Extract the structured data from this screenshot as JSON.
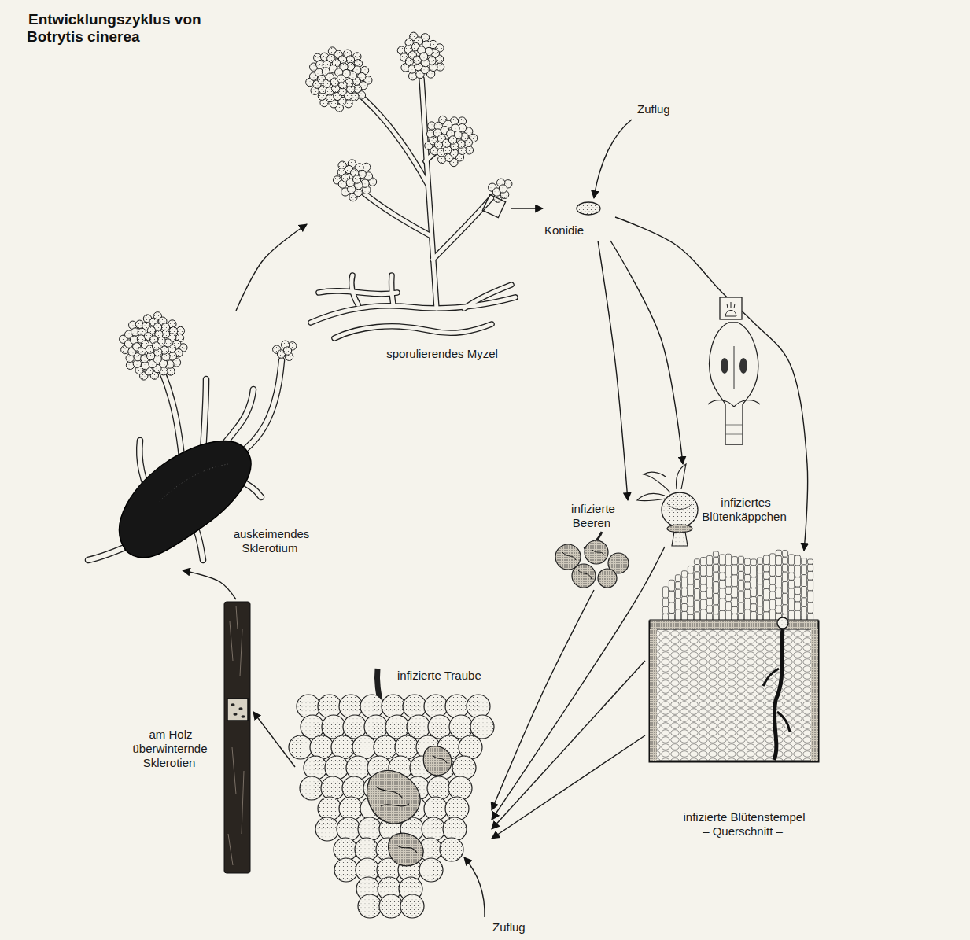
{
  "diagram": {
    "title": "Entwicklungszyklus von Botrytis cinerea",
    "nodes": [
      {
        "text": [
          "sporulierendes Myzel"
        ]
      },
      {
        "text": [
          "Konidie"
        ]
      },
      {
        "text": [
          "infizierte Beeren"
        ]
      },
      {
        "text": [
          "infiziertes Blütenkäppchen"
        ]
      },
      {
        "text": [
          "infizierte Blütenstempel – Querschnitt –"
        ]
      },
      {
        "text": [
          "infizierte Traube"
        ]
      },
      {
        "text": [
          "am Holz überwinternde Sklerotien"
        ]
      },
      {
        "text": [
          "auskeimendes Sklerotium"
        ]
      }
    ],
    "edges": [
      {
        "from": 0,
        "to": 1,
        "arrow": "to"
      },
      {
        "from": 1,
        "to": 2,
        "arrow": "to"
      },
      {
        "from": 1,
        "to": 3,
        "arrow": "to"
      },
      {
        "from": 1,
        "to": 4,
        "arrow": "to"
      },
      {
        "from": 2,
        "to": 5,
        "arrow": "to"
      },
      {
        "from": 3,
        "to": 5,
        "arrow": "to"
      },
      {
        "from": 4,
        "to": 5,
        "arrow": "to"
      },
      {
        "from": 4,
        "to": 5,
        "arrow": "to"
      },
      {
        "from": 5,
        "to": 6,
        "arrow": "to"
      },
      {
        "from": 6,
        "to": 7,
        "arrow": "to"
      },
      {
        "from": 7,
        "to": 0,
        "arrow": "to"
      }
    ],
    "labels": [
      "Zuflug",
      "Zuflug"
    ]
  }
}
